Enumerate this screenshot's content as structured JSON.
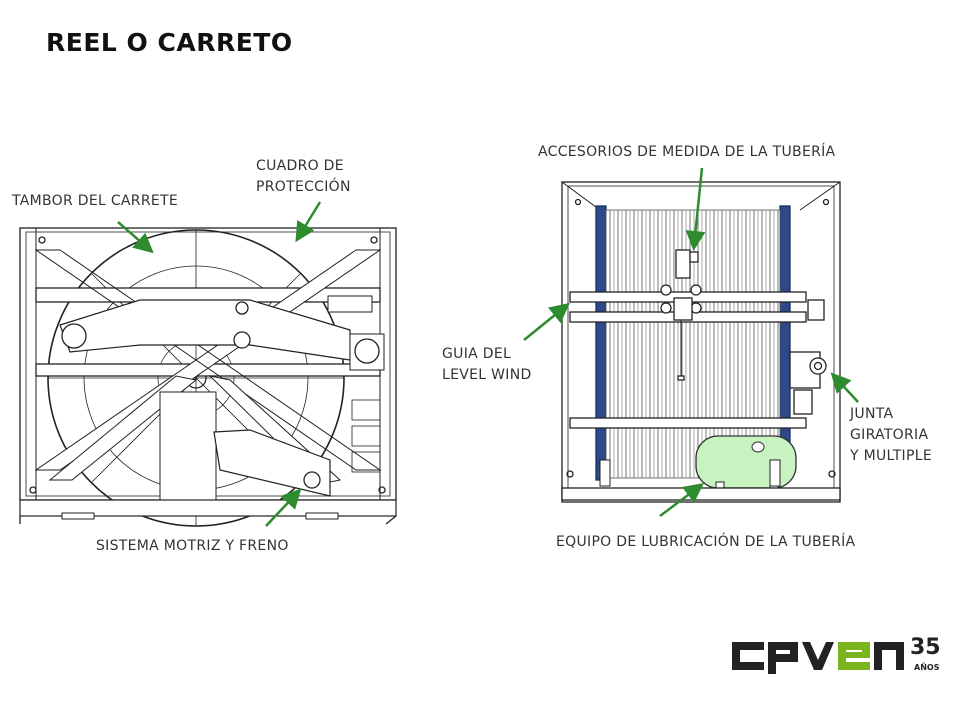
{
  "title": "REEL O CARRETO",
  "left_labels": {
    "drum": "TAMBOR DEL CARRETE",
    "frame": [
      "CUADRO DE",
      "PROTECCIÓN"
    ],
    "drive": "SISTEMA MOTRIZ Y FRENO"
  },
  "right_labels": {
    "measure": "ACCESORIOS DE MEDIDA DE LA TUBERÍA",
    "levelwind": [
      "GUIA DEL",
      "LEVEL WIND"
    ],
    "swivel": [
      "JUNTA",
      "GIRATORIA",
      "Y MULTIPLE"
    ],
    "lube": "EQUIPO DE LUBRICACIÓN DE LA TUBERÍA"
  },
  "logo": {
    "brand": "cpven",
    "years": "35",
    "years_word": "AÑOS"
  },
  "colors": {
    "arrow": "#2e8b2e",
    "line": "#222222",
    "drum_blue": "#2c4a8a",
    "lube_tank": "#c8f2c0",
    "logo_dark": "#222222",
    "logo_green": "#7ab51d"
  }
}
